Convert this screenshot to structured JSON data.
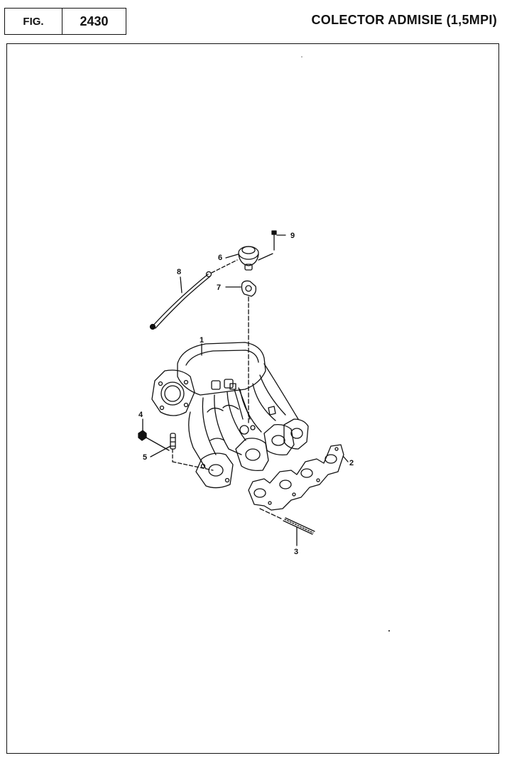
{
  "header": {
    "fig_label": "FIG.",
    "fig_number": "2430",
    "title": "COLECTOR ADMISIE (1,5MPI)"
  },
  "callouts": [
    "1",
    "2",
    "3",
    "4",
    "5",
    "6",
    "7",
    "8",
    "9"
  ]
}
